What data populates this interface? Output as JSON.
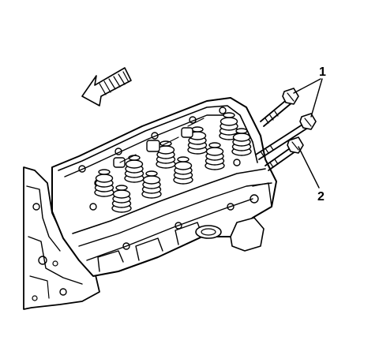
{
  "figure": {
    "callouts": [
      {
        "id": "1",
        "label": "1"
      },
      {
        "id": "2",
        "label": "2"
      }
    ],
    "direction_arrow": "front-arrow",
    "line_color": "#000000",
    "background_color": "#ffffff"
  }
}
